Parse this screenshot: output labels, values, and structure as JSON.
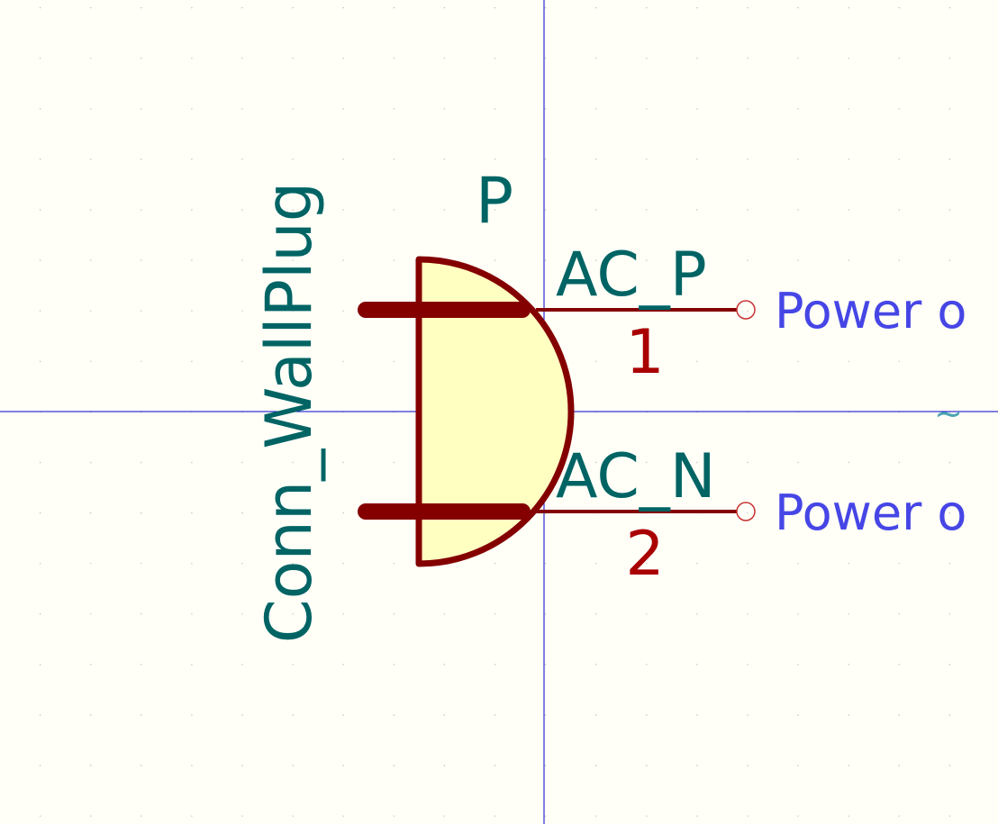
{
  "symbol": {
    "value": "Conn_WallPlug",
    "reference": "P",
    "pins": [
      {
        "name": "AC_P",
        "number": "1",
        "type": "Power o"
      },
      {
        "name": "AC_N",
        "number": "2",
        "type": "Power o"
      }
    ]
  },
  "colors": {
    "background": "#fffff8",
    "body_fill": "#ffffc2",
    "body_outline": "#840000",
    "field_text": "#006464",
    "pin_number": "#a90000",
    "pin_type": "#4646e6",
    "crosshair": "#0000c8",
    "grid": "#b9b9b9"
  },
  "glyphs": {
    "unconnected_marker": "~"
  }
}
